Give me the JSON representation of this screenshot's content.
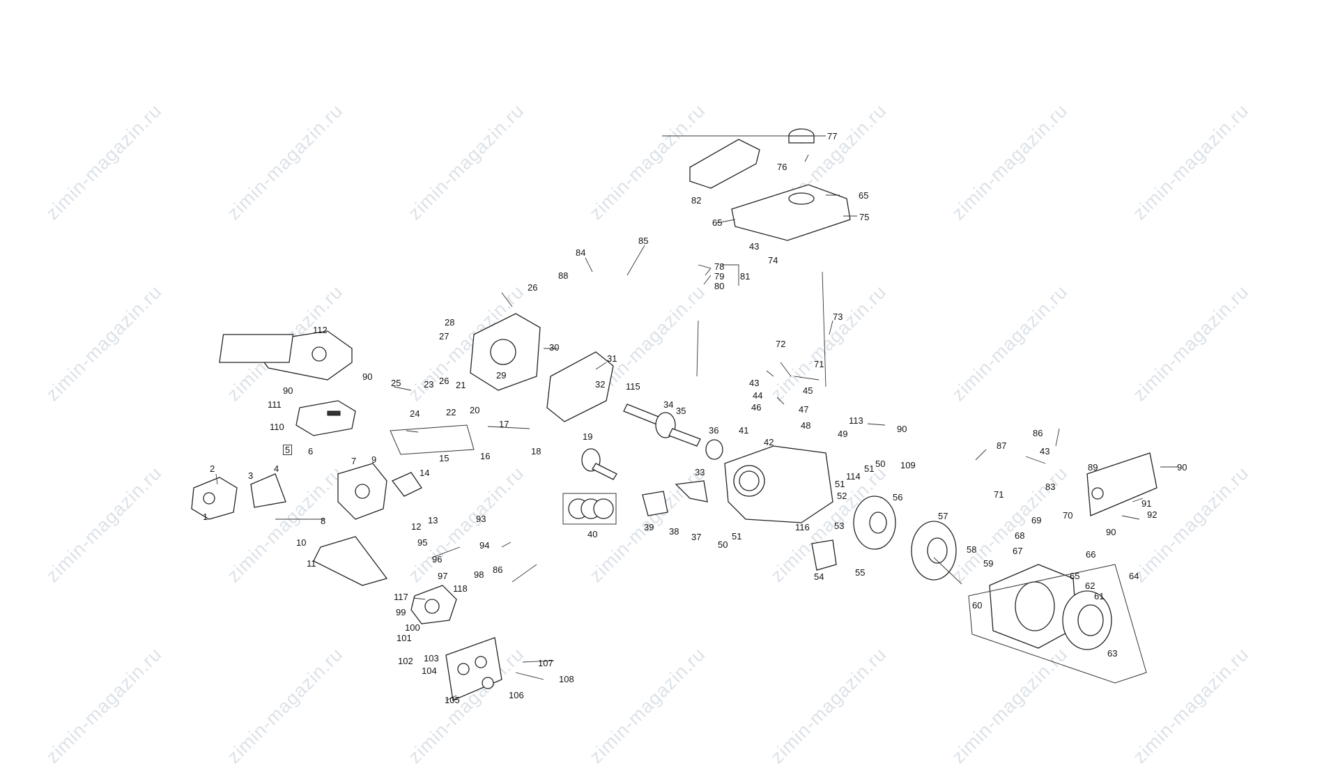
{
  "watermark": "zimin-magazin.ru",
  "callouts": [
    "1",
    "2",
    "3",
    "4",
    "5",
    "6",
    "7",
    "8",
    "9",
    "10",
    "11",
    "12",
    "13",
    "14",
    "15",
    "16",
    "17",
    "18",
    "19",
    "20",
    "21",
    "22",
    "23",
    "24",
    "25",
    "26",
    "27",
    "28",
    "29",
    "30",
    "31",
    "32",
    "33",
    "34",
    "35",
    "36",
    "37",
    "38",
    "39",
    "40",
    "41",
    "42",
    "43",
    "44",
    "45",
    "46",
    "47",
    "48",
    "49",
    "50",
    "51",
    "52",
    "53",
    "54",
    "55",
    "56",
    "57",
    "58",
    "59",
    "60",
    "61",
    "62",
    "63",
    "64",
    "65",
    "66",
    "67",
    "68",
    "69",
    "70",
    "71",
    "72",
    "73",
    "74",
    "75",
    "76",
    "77",
    "78",
    "79",
    "80",
    "81",
    "82",
    "83",
    "84",
    "85",
    "86",
    "87",
    "88",
    "89",
    "90",
    "91",
    "92",
    "93",
    "94",
    "95",
    "96",
    "97",
    "98",
    "99",
    "100",
    "101",
    "102",
    "103",
    "104",
    "105",
    "106",
    "107",
    "108",
    "109",
    "110",
    "111",
    "112",
    "113",
    "114",
    "115",
    "116",
    "117",
    "118"
  ]
}
